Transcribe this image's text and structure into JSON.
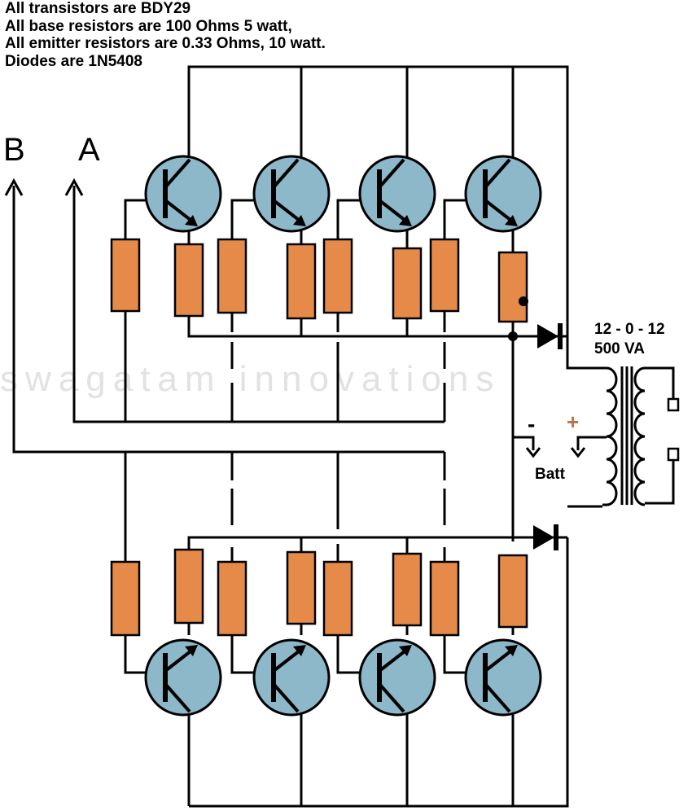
{
  "notes": {
    "line1": "All transistors are BDY29",
    "line2": "All base resistors are 100 Ohms 5 watt,",
    "line3": "All emitter resistors are 0.33 Ohms, 10 watt.",
    "line4": "Diodes are 1N5408"
  },
  "labels": {
    "output_b": "B",
    "output_a": "A",
    "transformer_rating": "12 - 0 - 12",
    "transformer_power": "500 VA",
    "battery": "Batt",
    "battery_negative": "-",
    "battery_positive": "+"
  },
  "watermark": "swagatam innovations",
  "colors": {
    "transistor_fill": "#8db8c9",
    "resistor_fill": "#e68a49",
    "wire": "#000000",
    "positive_sign": "#b5764a"
  }
}
